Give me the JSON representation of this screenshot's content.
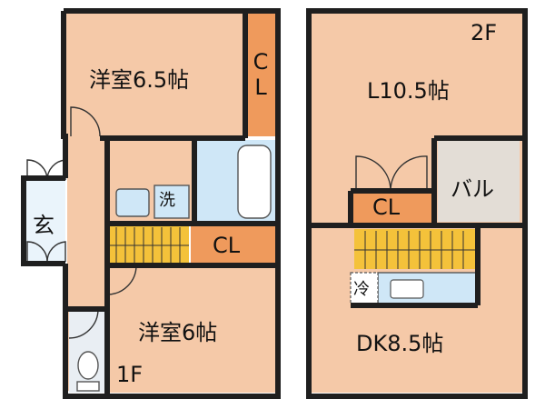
{
  "floors": {
    "first": {
      "label": "1F",
      "rooms": {
        "western_a": "洋室6.5帖",
        "closet_a": "CL",
        "washroom_icon": "洗",
        "closet_b": "CL",
        "western_b": "洋室6帖",
        "entrance": "玄"
      }
    },
    "second": {
      "label": "2F",
      "rooms": {
        "living": "L10.5帖",
        "balcony": "バル",
        "closet": "CL",
        "fridge_icon": "冷",
        "dining_kitchen": "DK8.5帖"
      }
    }
  },
  "colors": {
    "room": "#f5c9a8",
    "closet": "#ef9a5c",
    "wet": "#cfe7f7",
    "balcony": "#e3ddd6",
    "stair": "#f4c23a",
    "wall": "#1f1f1f"
  }
}
